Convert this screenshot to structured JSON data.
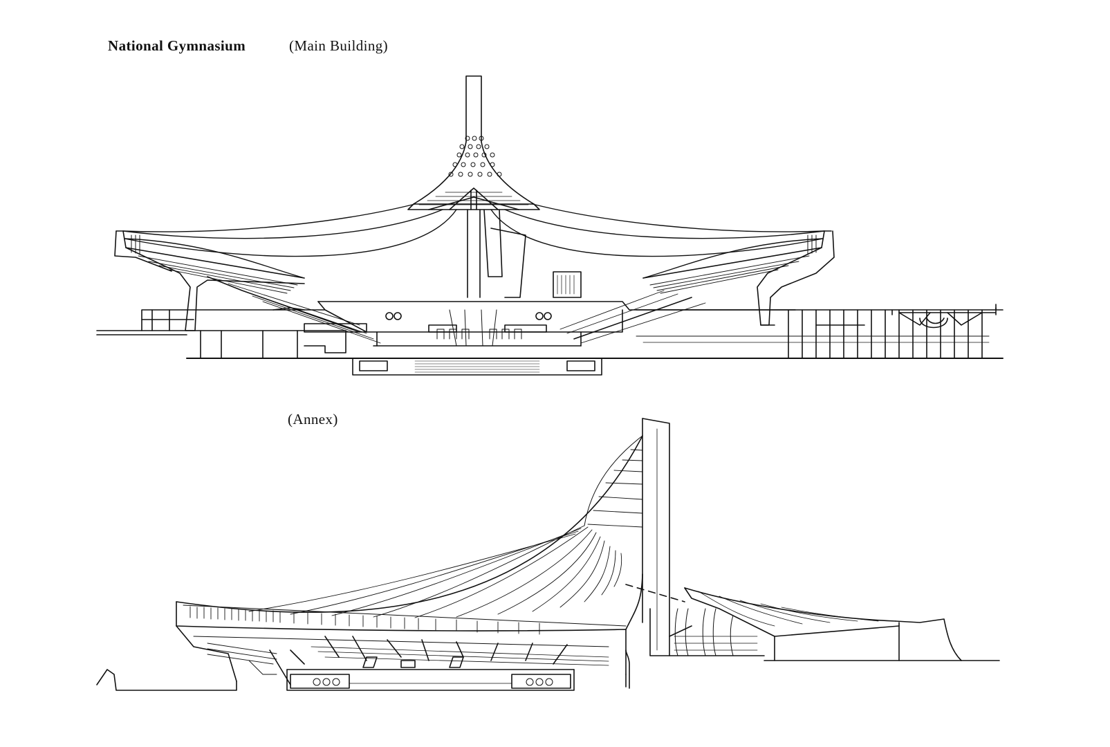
{
  "header": {
    "title": "National Gymnasium",
    "main_label": "(Main Building)"
  },
  "annex": {
    "label": "(Annex)"
  },
  "drawings": {
    "main_section_icon": "main-building-cross-section",
    "annex_section_icon": "annex-cross-section"
  },
  "colors": {
    "ink": "#111111",
    "paper": "#ffffff"
  }
}
